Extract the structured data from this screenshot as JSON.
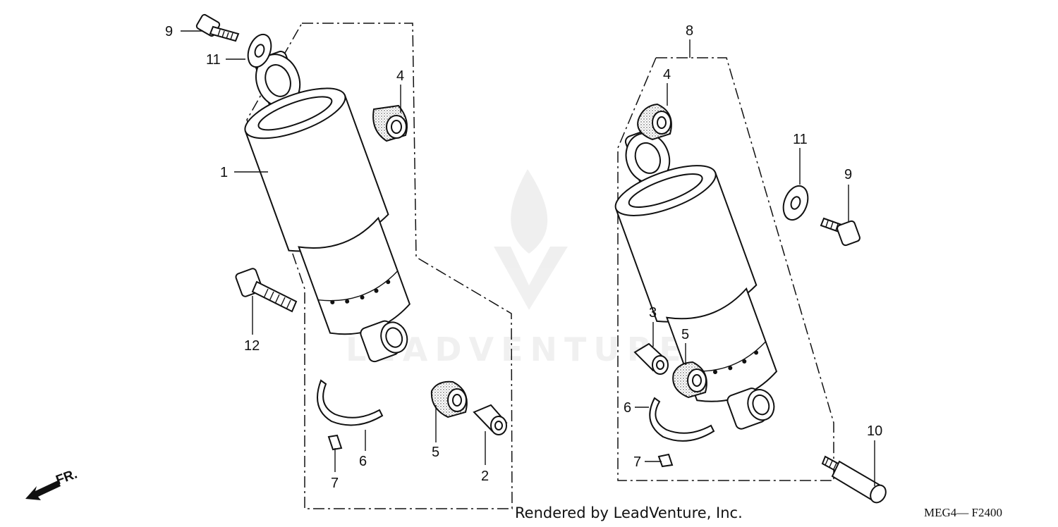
{
  "diagram": {
    "callouts": {
      "left": {
        "c1": "1",
        "c2": "2",
        "c4": "4",
        "c5": "5",
        "c6": "6",
        "c7": "7",
        "c9": "9",
        "c11": "11",
        "c12": "12"
      },
      "right": {
        "c3": "3",
        "c4": "4",
        "c5": "5",
        "c6": "6",
        "c7": "7",
        "c8": "8",
        "c9": "9",
        "c10": "10",
        "c11": "11"
      }
    },
    "direction_label": "FR.",
    "watermark": "LEADVENTURE",
    "credit": "Rendered by LeadVenture, Inc.",
    "diagram_code": "MEG4— F2400"
  }
}
